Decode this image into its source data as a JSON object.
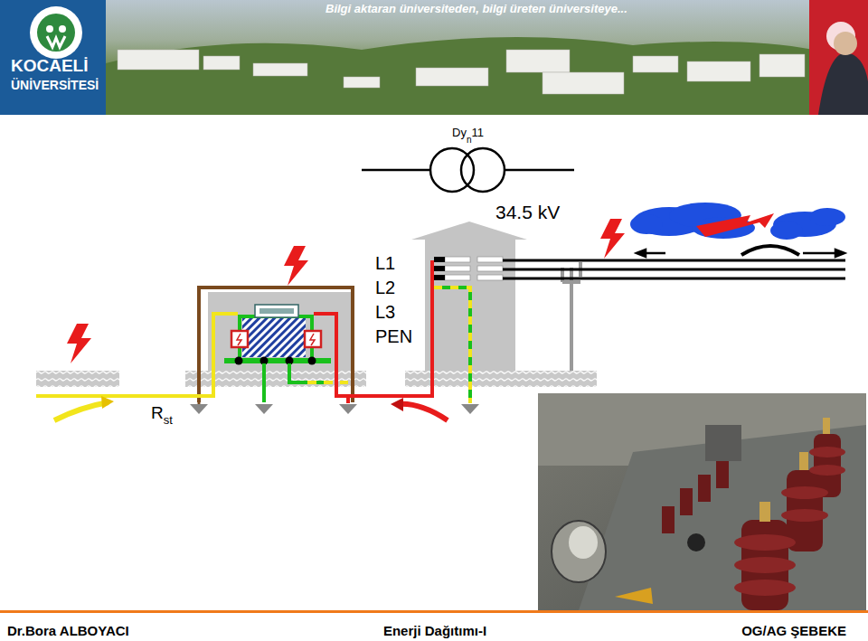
{
  "diagram": {
    "labels": [
      "KOCAELİ",
      "ÜNİVERSİTESİ",
      "Bilgi aktaran üniversiteden, bilgi üreten üniversiteye...",
      "Dy",
      "n",
      "11",
      "34.5 kV",
      "L1",
      "L2",
      "L3",
      "PEN",
      "R",
      "st",
      "Dr.Bora ALBOYACI",
      "Enerji Dağıtımı-I",
      "OG/AG ŞEBEKE"
    ]
  }
}
